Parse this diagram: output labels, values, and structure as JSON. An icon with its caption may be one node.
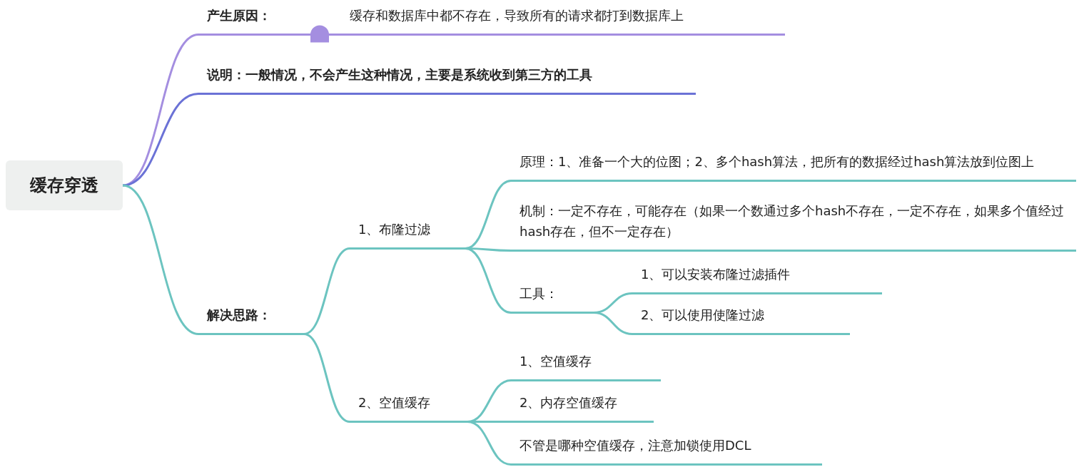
{
  "diagram": {
    "nodes": [
      {
        "text": [
          "缓存穿透"
        ]
      },
      {
        "text": [
          "产生原因："
        ]
      },
      {
        "text": [
          "缓存和数据库中都不存在，导致所有的请求都打到数据库上"
        ]
      },
      {
        "text": [
          "说明：一般情况，不会产生这种情况，主要是系统收到第三方的工具"
        ]
      },
      {
        "text": [
          "解决思路："
        ]
      },
      {
        "text": [
          "1、布隆过滤"
        ]
      },
      {
        "text": [
          "原理：1、准备一个大的位图；2、多个hash算法，把所有的数据经过hash算法放到位图上"
        ]
      },
      {
        "text": [
          "机制：一定不存在，可能存在（如果一个数通过多个hash不存在，一定不存在，如果多个值经过hash存在，但不一定存在）"
        ]
      },
      {
        "text": [
          "工具："
        ]
      },
      {
        "text": [
          "1、可以安装布隆过滤插件"
        ]
      },
      {
        "text": [
          "2、可以使用使隆过滤"
        ]
      },
      {
        "text": [
          "2、空值缓存"
        ]
      },
      {
        "text": [
          "1、空值缓存"
        ]
      },
      {
        "text": [
          "2、内存空值缓存"
        ]
      },
      {
        "text": [
          "不管是哪种空值缓存，注意加锁使用DCL"
        ]
      }
    ],
    "edges": [
      {
        "from": 0,
        "to": 1,
        "arrow": "none",
        "color": "#a48ee0"
      },
      {
        "from": 1,
        "to": 2,
        "arrow": "none",
        "color": "#a48ee0"
      },
      {
        "from": 0,
        "to": 3,
        "arrow": "none",
        "color": "#6b72d6"
      },
      {
        "from": 0,
        "to": 4,
        "arrow": "none"
      },
      {
        "from": 4,
        "to": 5,
        "arrow": "none"
      },
      {
        "from": 4,
        "to": 11,
        "arrow": "none"
      },
      {
        "from": 5,
        "to": 6,
        "arrow": "none"
      },
      {
        "from": 5,
        "to": 7,
        "arrow": "none"
      },
      {
        "from": 5,
        "to": 8,
        "arrow": "none"
      },
      {
        "from": 8,
        "to": 9,
        "arrow": "none"
      },
      {
        "from": 8,
        "to": 10,
        "arrow": "none"
      },
      {
        "from": 11,
        "to": 12,
        "arrow": "none"
      },
      {
        "from": 11,
        "to": 13,
        "arrow": "none"
      },
      {
        "from": 11,
        "to": 14,
        "arrow": "none"
      }
    ]
  }
}
